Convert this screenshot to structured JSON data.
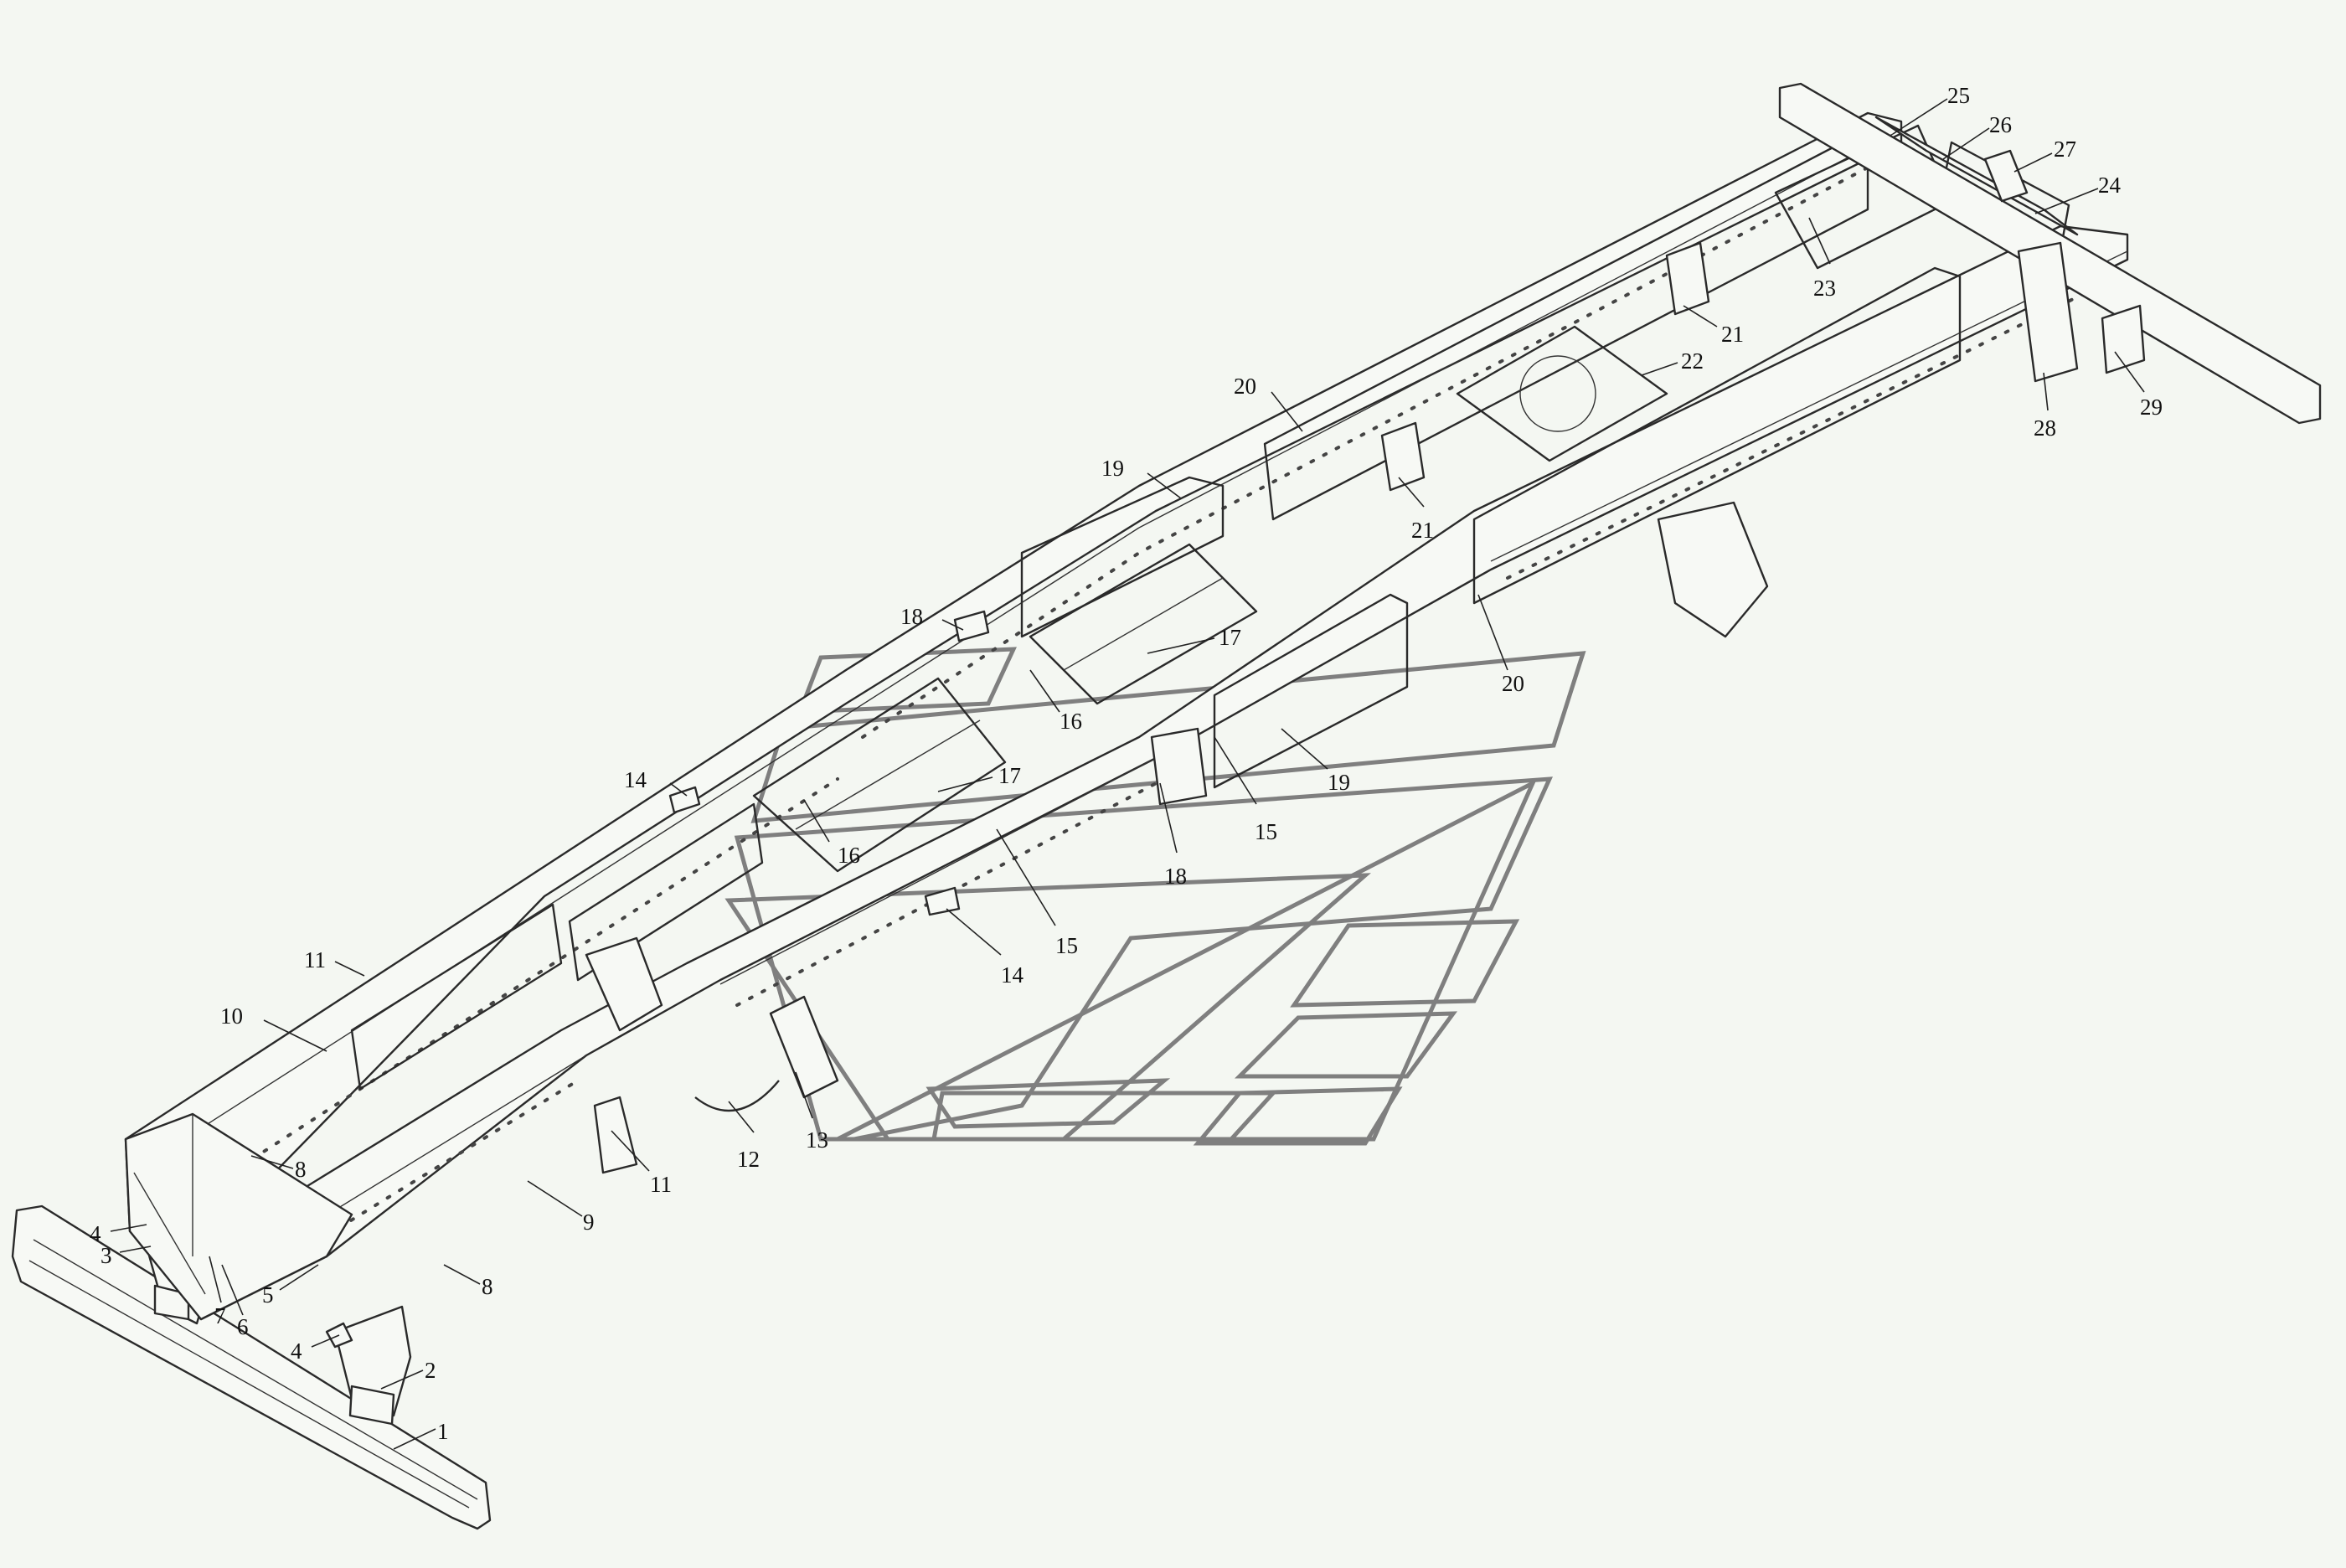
{
  "diagram": {
    "callouts": [
      "1",
      "2",
      "3",
      "4",
      "4",
      "5",
      "6",
      "7",
      "8",
      "8",
      "9",
      "10",
      "11",
      "11",
      "12",
      "13",
      "14",
      "14",
      "15",
      "15",
      "16",
      "16",
      "17",
      "17",
      "18",
      "18",
      "19",
      "19",
      "20",
      "20",
      "21",
      "21",
      "22",
      "23",
      "24",
      "25",
      "26",
      "27",
      "28",
      "29"
    ]
  }
}
